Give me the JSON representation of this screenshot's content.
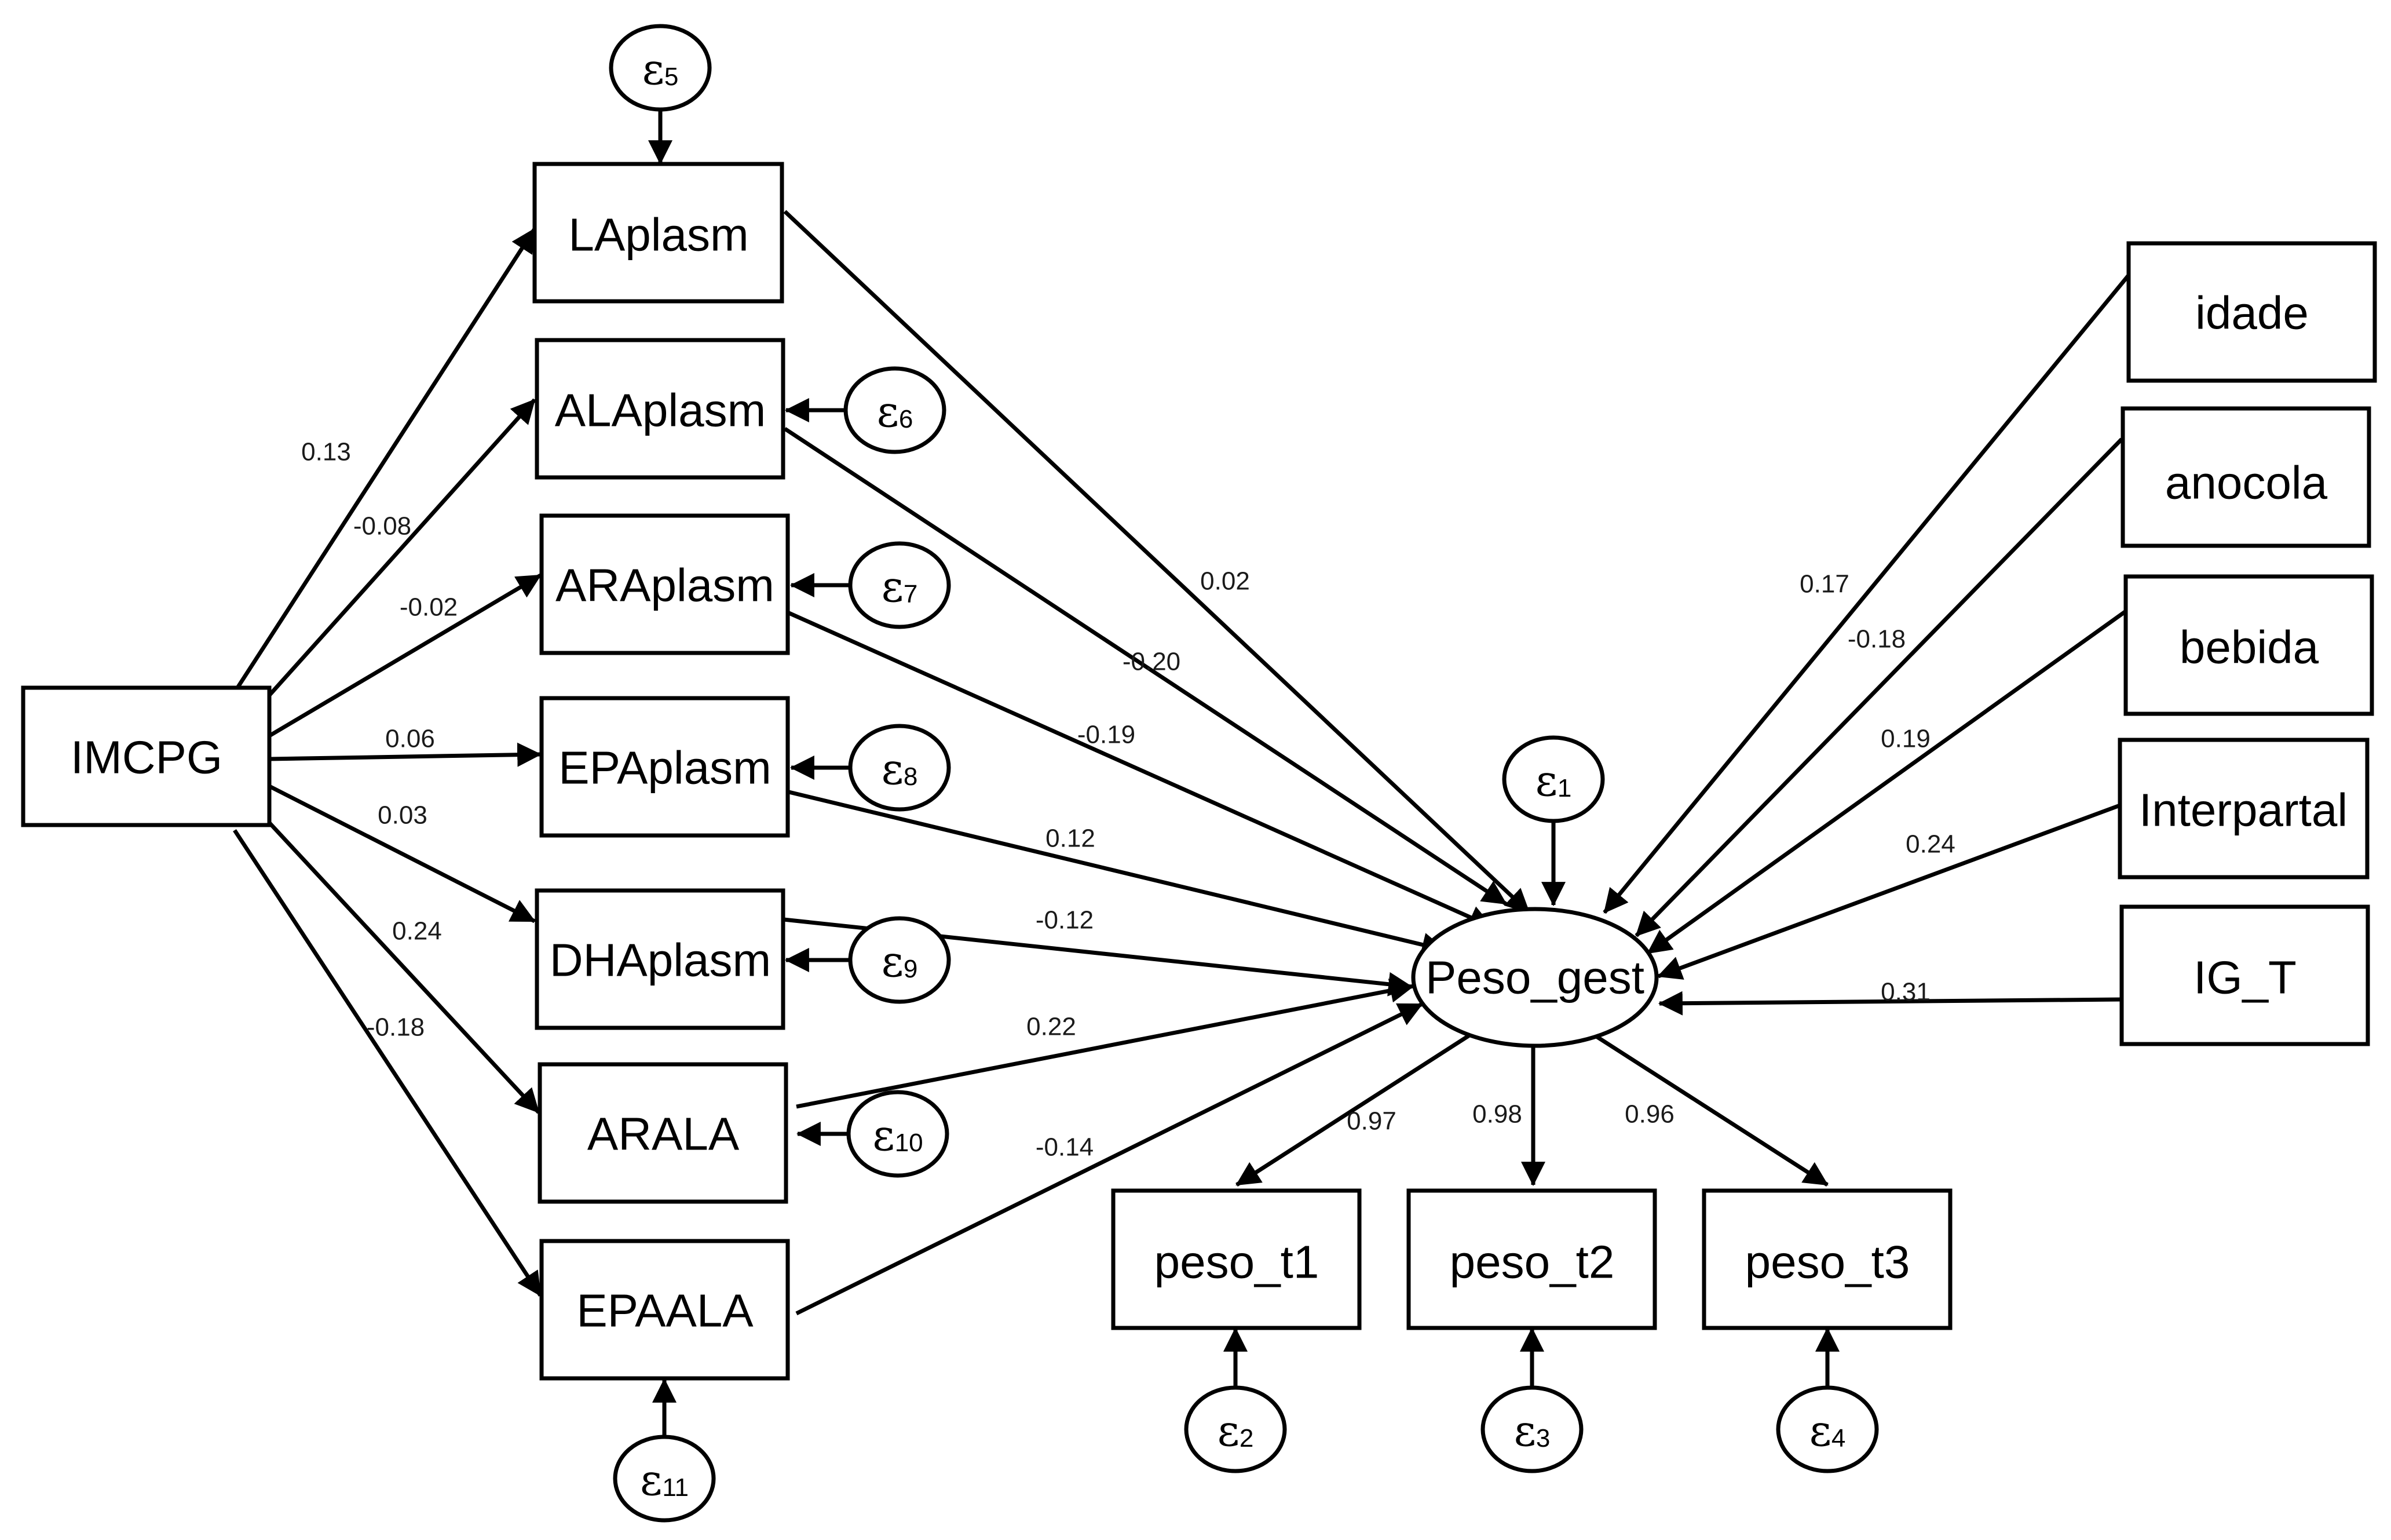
{
  "observed": {
    "imcpg": "IMCPG",
    "laplasm": "LAplasm",
    "alaplasm": "ALAplasm",
    "araplasm": "ARAplasm",
    "epaplasm": "EPAplasm",
    "dhaplasm": "DHAplasm",
    "arala": "ARALA",
    "epaala": "EPAALA",
    "idade": "idade",
    "anocola": "anocola",
    "bebida": "bebida",
    "interpartal": "Interpartal",
    "ig_t": "IG_T",
    "peso_t1": "peso_t1",
    "peso_t2": "peso_t2",
    "peso_t3": "peso_t3"
  },
  "latent": {
    "peso_gest": "Peso_gest"
  },
  "errors": {
    "e1": {
      "symbol": "ε",
      "index": "1"
    },
    "e2": {
      "symbol": "ε",
      "index": "2"
    },
    "e3": {
      "symbol": "ε",
      "index": "3"
    },
    "e4": {
      "symbol": "ε",
      "index": "4"
    },
    "e5": {
      "symbol": "ε",
      "index": "5"
    },
    "e6": {
      "symbol": "ε",
      "index": "6"
    },
    "e7": {
      "symbol": "ε",
      "index": "7"
    },
    "e8": {
      "symbol": "ε",
      "index": "8"
    },
    "e9": {
      "symbol": "ε",
      "index": "9"
    },
    "e10": {
      "symbol": "ε",
      "index": "10"
    },
    "e11": {
      "symbol": "ε",
      "index": "11"
    }
  },
  "paths": {
    "imcpg_laplasm": "0.13",
    "imcpg_alaplasm": "-0.08",
    "imcpg_araplasm": "-0.02",
    "imcpg_epaplasm": "0.06",
    "imcpg_dhaplasm": "0.03",
    "imcpg_arala": "0.24",
    "imcpg_epaala": "-0.18",
    "laplasm_peso": "0.02",
    "alaplasm_peso": "-0.20",
    "araplasm_peso": "-0.19",
    "epaplasm_peso": "0.12",
    "dhaplasm_peso": "-0.12",
    "arala_peso": "0.22",
    "epaala_peso": "-0.14",
    "idade_peso": "0.17",
    "anocola_peso": "-0.18",
    "bebida_peso": "0.19",
    "interpartal_peso": "0.24",
    "igt_peso": "0.31",
    "peso_t1": "0.97",
    "peso_t2": "0.98",
    "peso_t3": "0.96"
  }
}
